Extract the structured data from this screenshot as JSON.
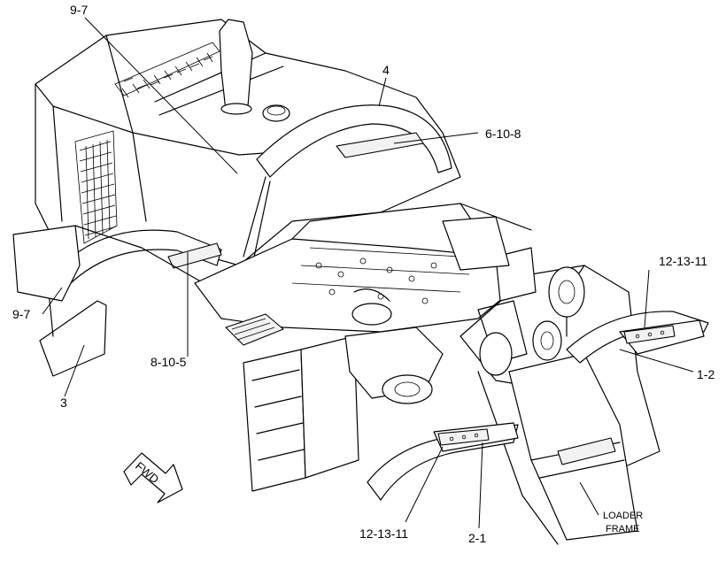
{
  "callouts": {
    "c_9_7_top": "9-7",
    "c_4": "4",
    "c_6_10_8": "6-10-8",
    "c_12_13_11_right": "12-13-11",
    "c_9_7_left": "9-7",
    "c_1_2": "1-2",
    "c_8_10_5": "8-10-5",
    "c_3": "3",
    "c_12_13_11_bottom": "12-13-11",
    "c_2_1": "2-1"
  },
  "labels": {
    "loader_frame_line1": "LOADER",
    "loader_frame_line2": "FRAME",
    "fwd": "FWD"
  },
  "icons": {
    "direction_arrow": "fwd-arrow-icon"
  }
}
